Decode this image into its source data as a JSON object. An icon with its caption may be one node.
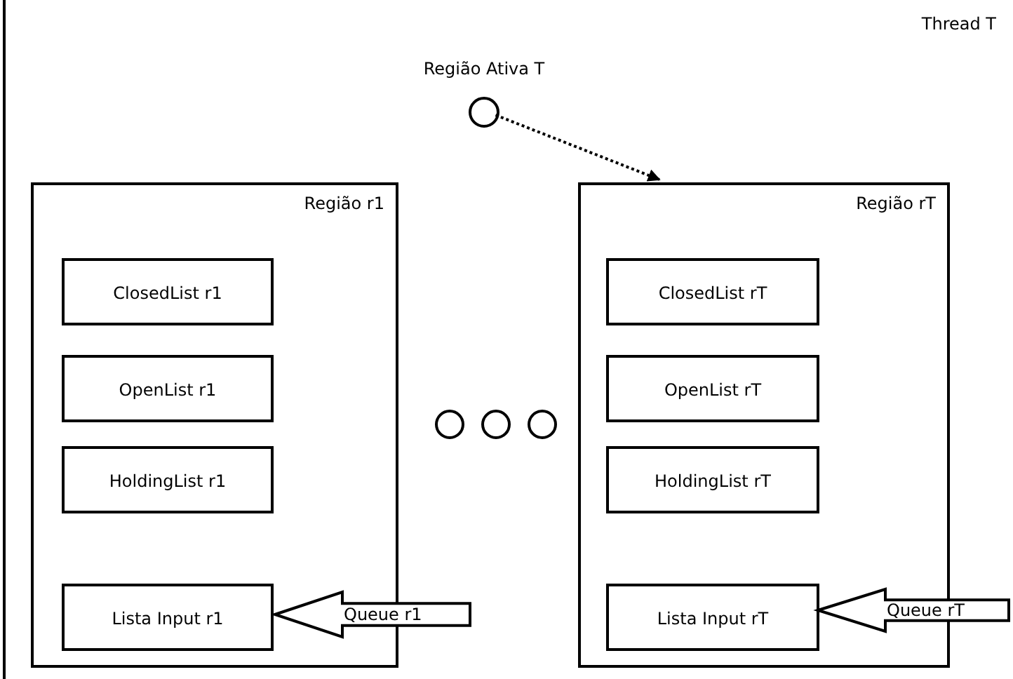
{
  "diagram": {
    "nodes": [
      {
        "text": [
          "Thread T"
        ]
      },
      {
        "text": [
          "Região Ativa T"
        ],
        "in": 0
      },
      {
        "text": [
          "Região r1"
        ],
        "in": 0
      },
      {
        "text": [
          "ClosedList r1"
        ],
        "in": 2
      },
      {
        "text": [
          "OpenList r1"
        ],
        "in": 2
      },
      {
        "text": [
          "HoldingList r1"
        ],
        "in": 2
      },
      {
        "text": [
          "Lista Input r1"
        ],
        "in": 2
      },
      {
        "text": [],
        "shape": "circle",
        "in": 0
      },
      {
        "text": [],
        "shape": "circle",
        "in": 0
      },
      {
        "text": [],
        "shape": "circle",
        "in": 0
      },
      {
        "text": [
          "Região rT"
        ],
        "in": 0
      },
      {
        "text": [
          "ClosedList rT"
        ],
        "in": 10
      },
      {
        "text": [
          "OpenList rT"
        ],
        "in": 10
      },
      {
        "text": [
          "HoldingList rT"
        ],
        "in": 10
      },
      {
        "text": [
          "Lista Input rT"
        ],
        "in": 10
      },
      {
        "text": [
          "Queue r1"
        ],
        "in": 0
      },
      {
        "text": [
          "Queue rT"
        ],
        "in": 0
      }
    ],
    "edges": [
      {
        "from": 1,
        "to": 10,
        "arrow": "to",
        "style": "dashed"
      }
    ]
  }
}
